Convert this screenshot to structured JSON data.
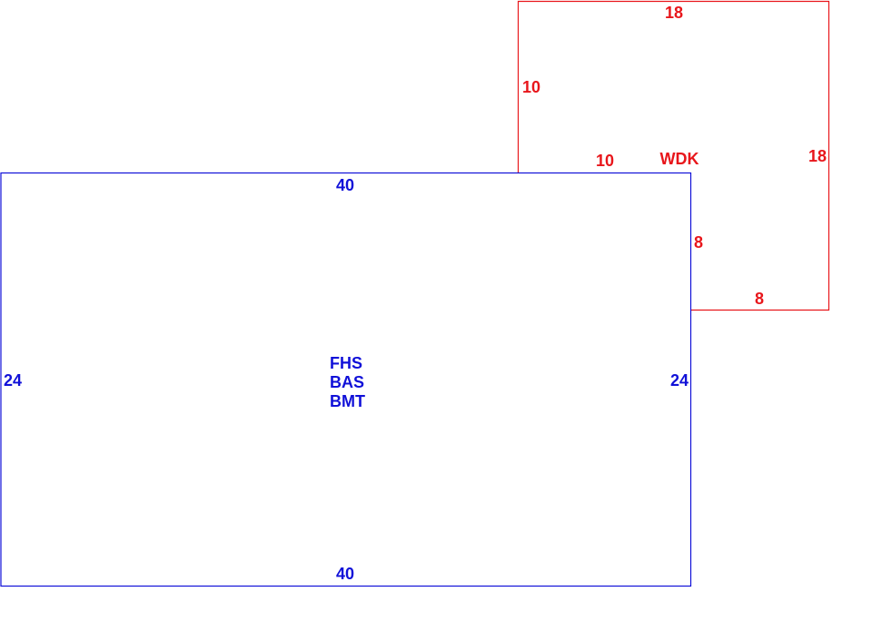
{
  "colors": {
    "addition": "#e8161b",
    "main": "#1010d8"
  },
  "addition": {
    "code": "WDK",
    "top": "18",
    "left": "10",
    "inner_bottom": "10",
    "right": "18",
    "inner_right": "8",
    "bottom": "8"
  },
  "main": {
    "codes": [
      "FHS",
      "BAS",
      "BMT"
    ],
    "top": "40",
    "bottom": "40",
    "left": "24",
    "right": "24"
  }
}
